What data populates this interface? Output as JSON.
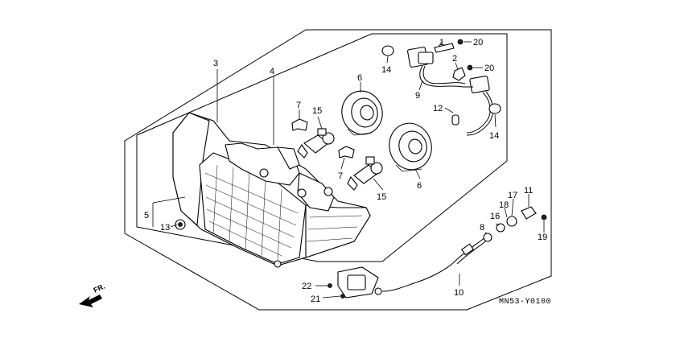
{
  "labels": {
    "l1": "1",
    "l2": "2",
    "l3": "3",
    "l4": "4",
    "l5": "5",
    "l6a": "6",
    "l6b": "6",
    "l7a": "7",
    "l7b": "7",
    "l8": "8",
    "l9": "9",
    "l10": "10",
    "l11": "11",
    "l12": "12",
    "l13": "13",
    "l14a": "14",
    "l14b": "14",
    "l15a": "15",
    "l15b": "15",
    "l16": "16",
    "l17": "17",
    "l18": "18",
    "l19": "19",
    "l20a": "20",
    "l20b": "20",
    "l21": "21",
    "l22": "22"
  },
  "diagram_code": "MN53-Y0100",
  "direction_label": "FR."
}
